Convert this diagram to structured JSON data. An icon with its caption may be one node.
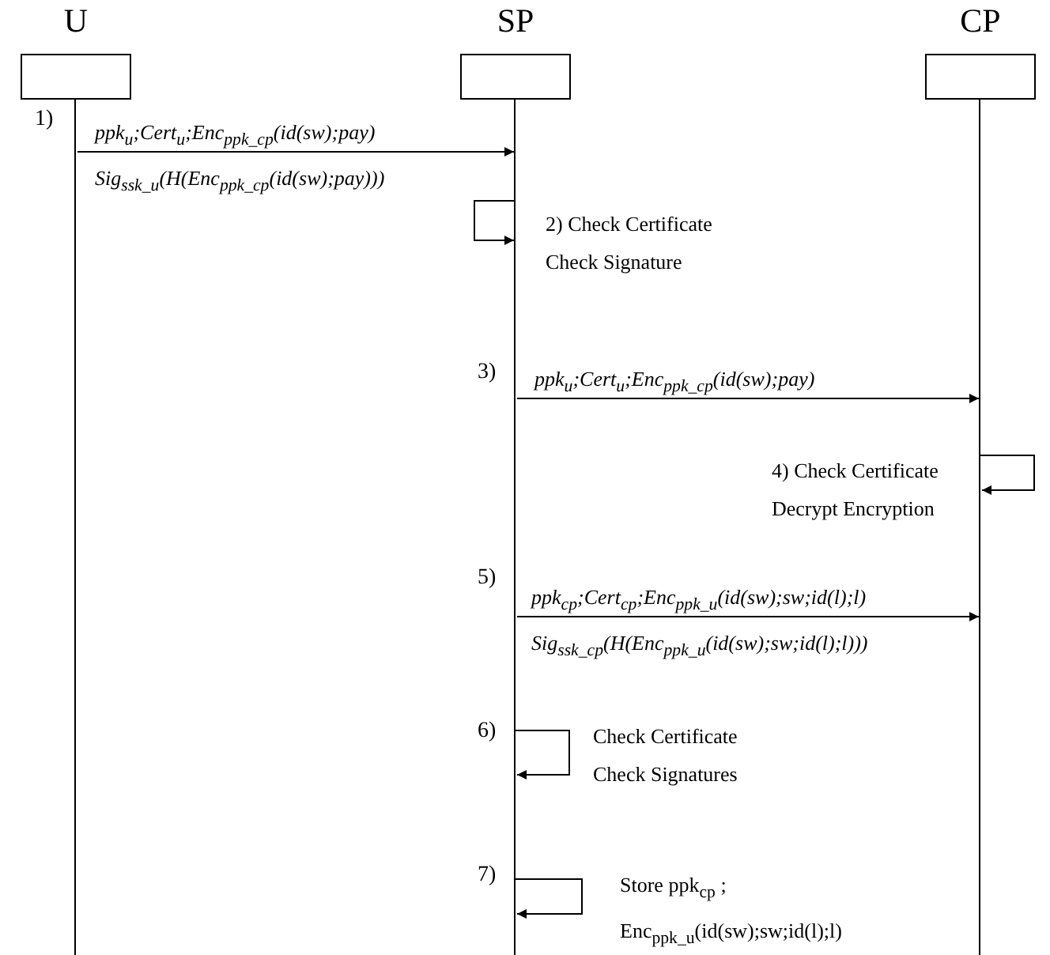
{
  "diagram": {
    "nodes": [
      {
        "text": [
          "U"
        ]
      },
      {
        "text": [
          "SP"
        ]
      },
      {
        "text": [
          "CP"
        ]
      }
    ],
    "edges": [
      {
        "from": 0,
        "to": 1,
        "arrow": "to",
        "label": "ppk$_{u}$;Cert$_{u}$;Enc$_{ppk_cp}$(id(sw);pay) Sig$_{ssk_u}$(H(Enc$_{ppk_cp}$(id(sw);pay)))"
      },
      {
        "from": 1,
        "to": 1,
        "arrow": "to",
        "label": "2) Check Certificate Check Signature"
      },
      {
        "from": 1,
        "to": 2,
        "arrow": "to",
        "label": "ppk$_{u}$;Cert$_{u}$;Enc$_{ppk_cp}$(id(sw);pay)"
      },
      {
        "from": 2,
        "to": 2,
        "arrow": "to",
        "label": "4) Check Certificate Decrypt Encryption"
      },
      {
        "from": 1,
        "to": 2,
        "arrow": "to",
        "label": "ppk$_{cp}$;Cert$_{cp}$;Enc$_{ppk_u}$(id(sw);sw;id(l);l) Sig$_{ssk_cp}$(H(Enc$_{ppk_u}$(id(sw);sw;id(l);l)))"
      },
      {
        "from": 1,
        "to": 1,
        "arrow": "to",
        "label": "Check Certificate Check Signatures"
      },
      {
        "from": 1,
        "to": 1,
        "arrow": "to",
        "label": "Store ppk$_{cp}$ ; Enc$_{ppk_u}$(id(sw);sw;id(l);l)"
      }
    ],
    "labels": [
      "1)",
      "3)",
      "5)",
      "6)",
      "7)"
    ]
  }
}
